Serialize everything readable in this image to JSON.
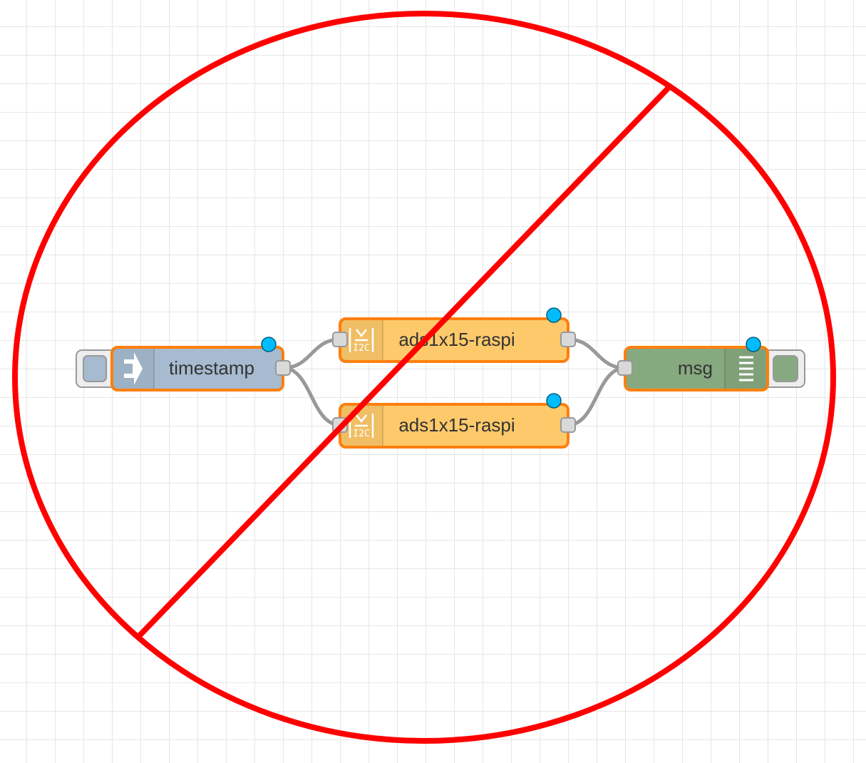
{
  "flow": {
    "nodes": [
      {
        "id": "inject",
        "type": "inject",
        "label": "timestamp",
        "color": "#a6bbcf",
        "icon": "inject-arrow-icon"
      },
      {
        "id": "ads1",
        "type": "ads1x15-raspi",
        "label": "ads1x15-raspi",
        "color": "#fdc96a",
        "icon": "i2c-chip-icon"
      },
      {
        "id": "ads2",
        "type": "ads1x15-raspi",
        "label": "ads1x15-raspi",
        "color": "#fdc96a",
        "icon": "i2c-chip-icon"
      },
      {
        "id": "debug",
        "type": "debug",
        "label": "msg",
        "color": "#87a980",
        "icon": "debug-list-icon"
      }
    ],
    "wires": [
      {
        "from": "inject",
        "to": "ads1"
      },
      {
        "from": "inject",
        "to": "ads2"
      },
      {
        "from": "ads1",
        "to": "debug"
      },
      {
        "from": "ads2",
        "to": "debug"
      }
    ]
  },
  "colors": {
    "grid": "#eeeeee",
    "wire": "#999999",
    "selected_border": "#ff7f0e",
    "changed_indicator": "#00bcff",
    "prohibition": "#ff0000"
  },
  "overlay": {
    "type": "prohibition-sign"
  }
}
